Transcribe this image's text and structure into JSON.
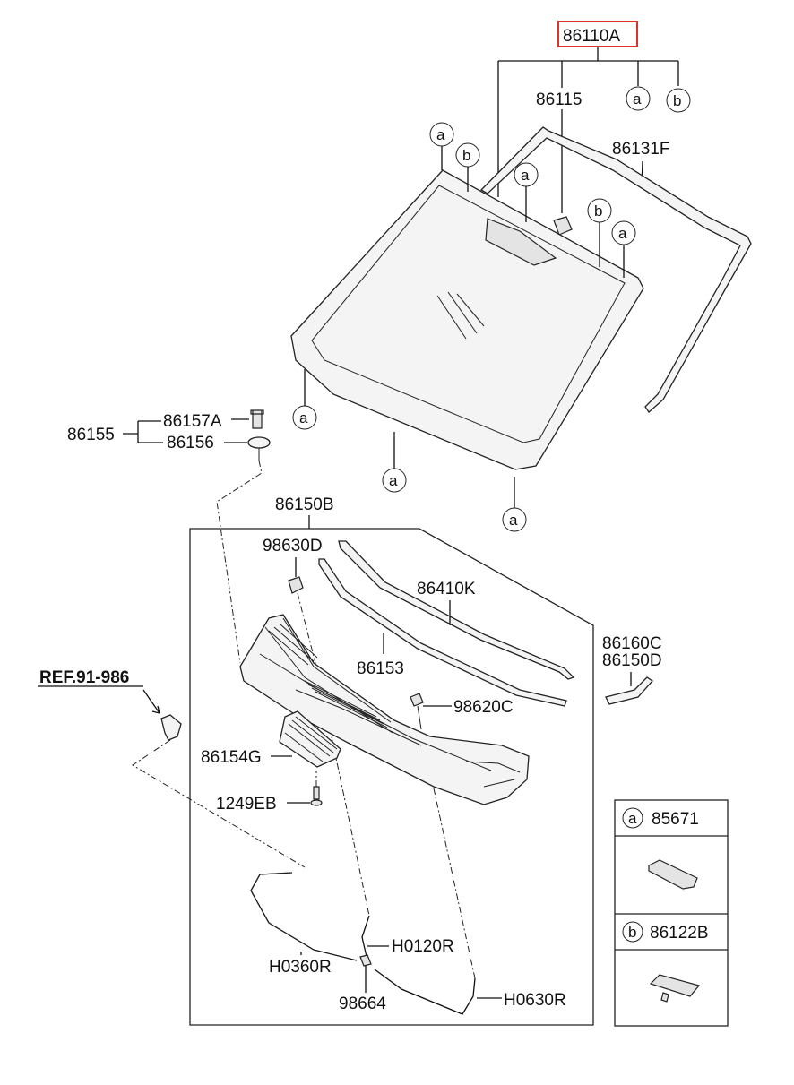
{
  "diagram": {
    "part_numbers": {
      "windshield_assy": "86110A",
      "mirror_bracket": "86115",
      "molding_top": "86131F",
      "assy_86155": "86155",
      "clip_86157a": "86157A",
      "grommet_86156": "86156",
      "cowl_assy": "86150B",
      "nozzle_98630d": "98630D",
      "weatherstrip_86410k": "86410K",
      "seal_86153": "86153",
      "cover_86160c": "86160C",
      "cover_86150d": "86150D",
      "connector_98620c": "98620C",
      "bracket_86154g": "86154G",
      "screw_1249eb": "1249EB",
      "hose_h0120r": "H0120R",
      "hose_h0360r": "H0360R",
      "connector_98664": "98664",
      "hose_h0630r": "H0630R"
    },
    "reference": "REF.91-986",
    "callout_letters": {
      "a": "a",
      "b": "b"
    },
    "legend": {
      "a": {
        "letter": "a",
        "part": "85671"
      },
      "b": {
        "letter": "b",
        "part": "86122B"
      }
    },
    "colors": {
      "highlight_box": "#e0302a",
      "line": "#222222"
    }
  }
}
